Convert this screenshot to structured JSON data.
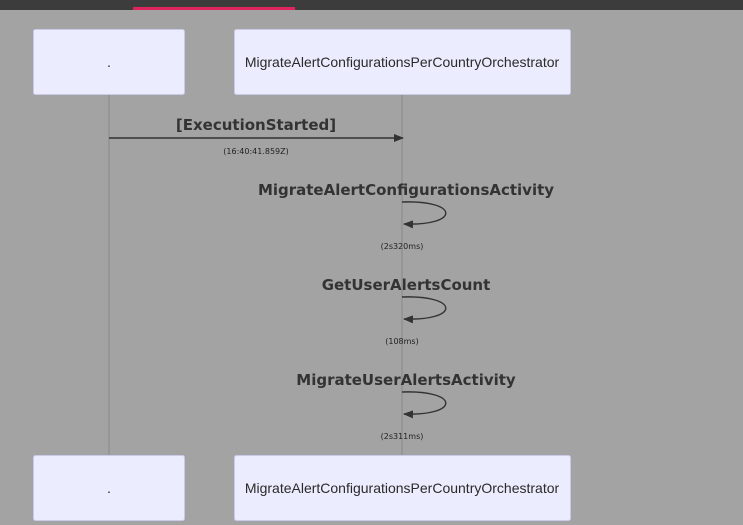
{
  "participants": [
    {
      "id": "caller",
      "label": "."
    },
    {
      "id": "orchestrator",
      "label": "MigrateAlertConfigurationsPerCountryOrchestrator"
    }
  ],
  "messages": [
    {
      "kind": "arrow",
      "label": "[ExecutionStarted]",
      "note": "(16:40:41.859Z)"
    },
    {
      "kind": "self",
      "label": "MigrateAlertConfigurationsActivity",
      "note": "(2s320ms)"
    },
    {
      "kind": "self",
      "label": "GetUserAlertsCount",
      "note": "(108ms)"
    },
    {
      "kind": "self",
      "label": "MigrateUserAlertsActivity",
      "note": "(2s311ms)"
    }
  ],
  "colors": {
    "background": "#a3a3a3",
    "actor_fill": "#ececff",
    "line": "#333333",
    "accent": "#e0245e"
  }
}
